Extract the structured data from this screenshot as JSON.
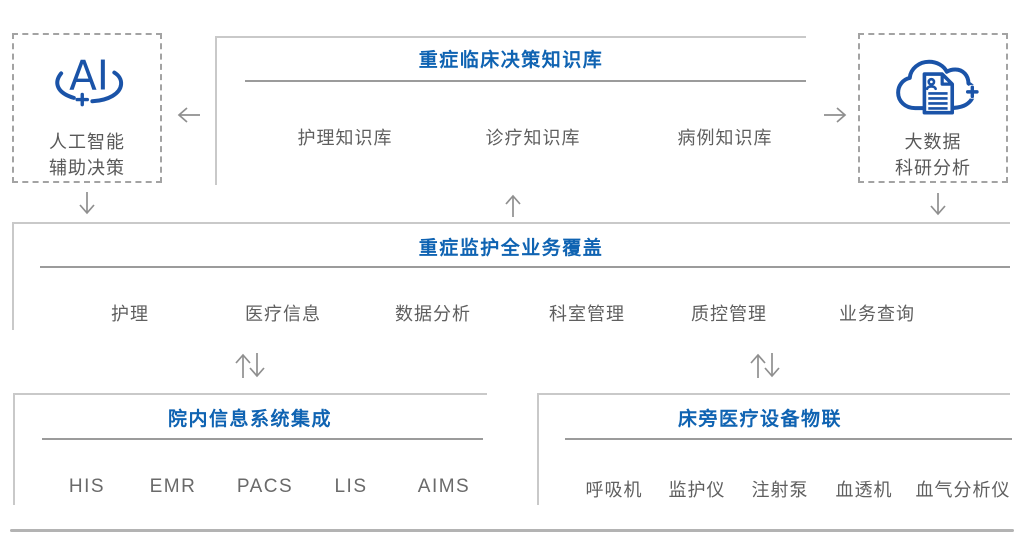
{
  "diagram": {
    "ai_box": {
      "icon": "ai-orbit-icon",
      "label_line1": "人工智能",
      "label_line2": "辅助决策"
    },
    "knowledge_box": {
      "title": "重症临床决策知识库",
      "items": [
        "护理知识库",
        "诊疗知识库",
        "病例知识库"
      ]
    },
    "bigdata_box": {
      "icon": "cloud-document-icon",
      "label_line1": "大数据",
      "label_line2": "科研分析"
    },
    "coverage_box": {
      "title": "重症监护全业务覆盖",
      "items": [
        "护理",
        "医疗信息",
        "数据分析",
        "科室管理",
        "质控管理",
        "业务查询"
      ]
    },
    "hospital_box": {
      "title": "院内信息系统集成",
      "items": [
        "HIS",
        "EMR",
        "PACS",
        "LIS",
        "AIMS"
      ]
    },
    "device_box": {
      "title": "床旁医疗设备物联",
      "items": [
        "呼吸机",
        "监护仪",
        "注射泵",
        "血透机",
        "血气分析仪"
      ]
    },
    "colors": {
      "title_blue": "#0f63b2",
      "icon_blue": "#1a53a8",
      "text_gray": "#5f5f5f",
      "border_gray": "#c9c9c9",
      "underline_gray": "#9b9b9b",
      "arrow_gray": "#8f8f8f"
    }
  }
}
